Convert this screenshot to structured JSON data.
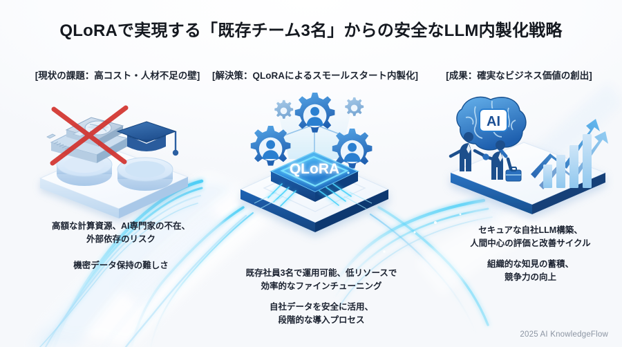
{
  "title": "QLoRAで実現する「既存チーム3名」からの安全なLLM内製化戦略",
  "footer": "2025 AI KnowledgeFlow",
  "colors": {
    "background": "#f7f9fc",
    "title_text": "#14181f",
    "body_text": "#1b2230",
    "footer_text": "#8c95a3",
    "accent_blue": "#2f7fe0",
    "accent_cyan": "#35c8f5",
    "deep_blue": "#1e4f9c",
    "platform_white": "#ffffff",
    "platform_shadow": "#c9dcf2",
    "cross_red": "#d2322d"
  },
  "sections": [
    {
      "id": "problem",
      "header": "[現状の課題：高コスト・人材不足の壁]",
      "icons": [
        "gpu-card-icon",
        "red-cross-icon",
        "graduation-cap-icon",
        "platform-icon"
      ],
      "captions": [
        "高額な計算資源、AI専門家の不在、\n外部依存のリスク",
        "機密データ保持の難しさ"
      ]
    },
    {
      "id": "solution",
      "header": "[解決策：QLoRAによるスモールスタート内製化]",
      "chip_label": "QLoRA",
      "icons": [
        "person-gear-icon",
        "person-gear-icon",
        "person-gear-icon",
        "gear-icon",
        "gear-icon",
        "qlora-chip-icon",
        "platform-icon"
      ],
      "captions": [
        "既存社員3名で運用可能、低リソースで\n効率的なファインチューニング",
        "自社データを安全に活用、\n段階的な導入プロセス"
      ]
    },
    {
      "id": "outcome",
      "header": "[成果：確実なビジネス価値の創出]",
      "badge_label": "AI",
      "icons": [
        "brain-icon",
        "ai-badge-icon",
        "handshake-icon",
        "briefcase-icon",
        "growth-arrow-icon",
        "bar-chart-icon",
        "platform-icon"
      ],
      "captions": [
        "セキュアな自社LLM構築、\n人間中心の評価と改善サイクル",
        "組織的な知見の蓄積、\n競争力の向上"
      ]
    }
  ]
}
